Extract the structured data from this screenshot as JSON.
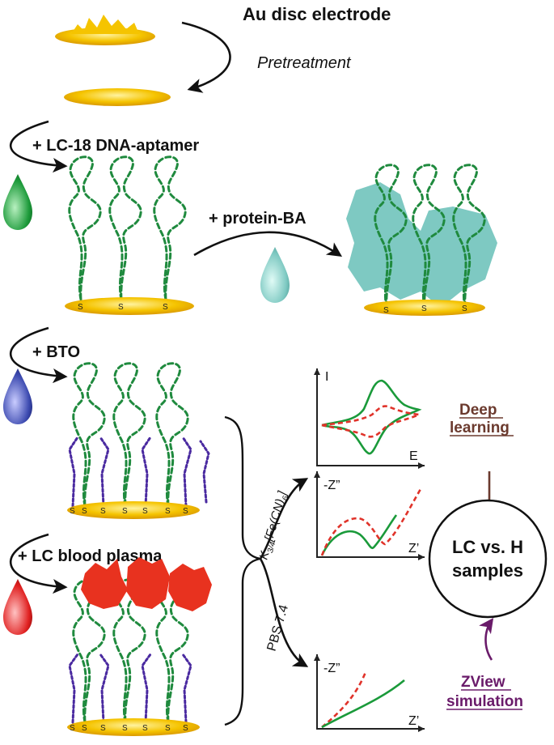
{
  "title": "Au disc electrode",
  "steps": {
    "pretreatment": "Pretreatment",
    "aptamer": "+ LC-18 DNA-aptamer",
    "protein": "+ protein-BA",
    "bto": "+ BTO",
    "plasma": "+ LC blood plasma"
  },
  "sulfur_label": "S",
  "branches": {
    "ferri": "K",
    "ferri_sub": "3/4",
    "ferri_rest": "[Fe(CN)",
    "ferri_sub2": "6",
    "ferri_end": "]",
    "pbs": "PBS 7.4"
  },
  "plots": {
    "cv": {
      "y": "I",
      "x": "E"
    },
    "eis1": {
      "y": "-Z”",
      "x": "Z’"
    },
    "eis2": {
      "y": "-Z”",
      "x": "Z’"
    }
  },
  "analysis": {
    "deep_learning": [
      "Deep",
      "learning"
    ],
    "zview": [
      "ZView",
      "simulation"
    ],
    "result": [
      "LC vs. H",
      "samples"
    ]
  },
  "colors": {
    "gold": "#f5c400",
    "aptamer_green": "#1f8a3e",
    "protein_teal": "#7ec9c2",
    "bto_purple": "#4a2aa0",
    "plasma_red": "#e8321f",
    "deep_learning_brown": "#6b3a2e",
    "zview_purple": "#6a1b6a"
  }
}
